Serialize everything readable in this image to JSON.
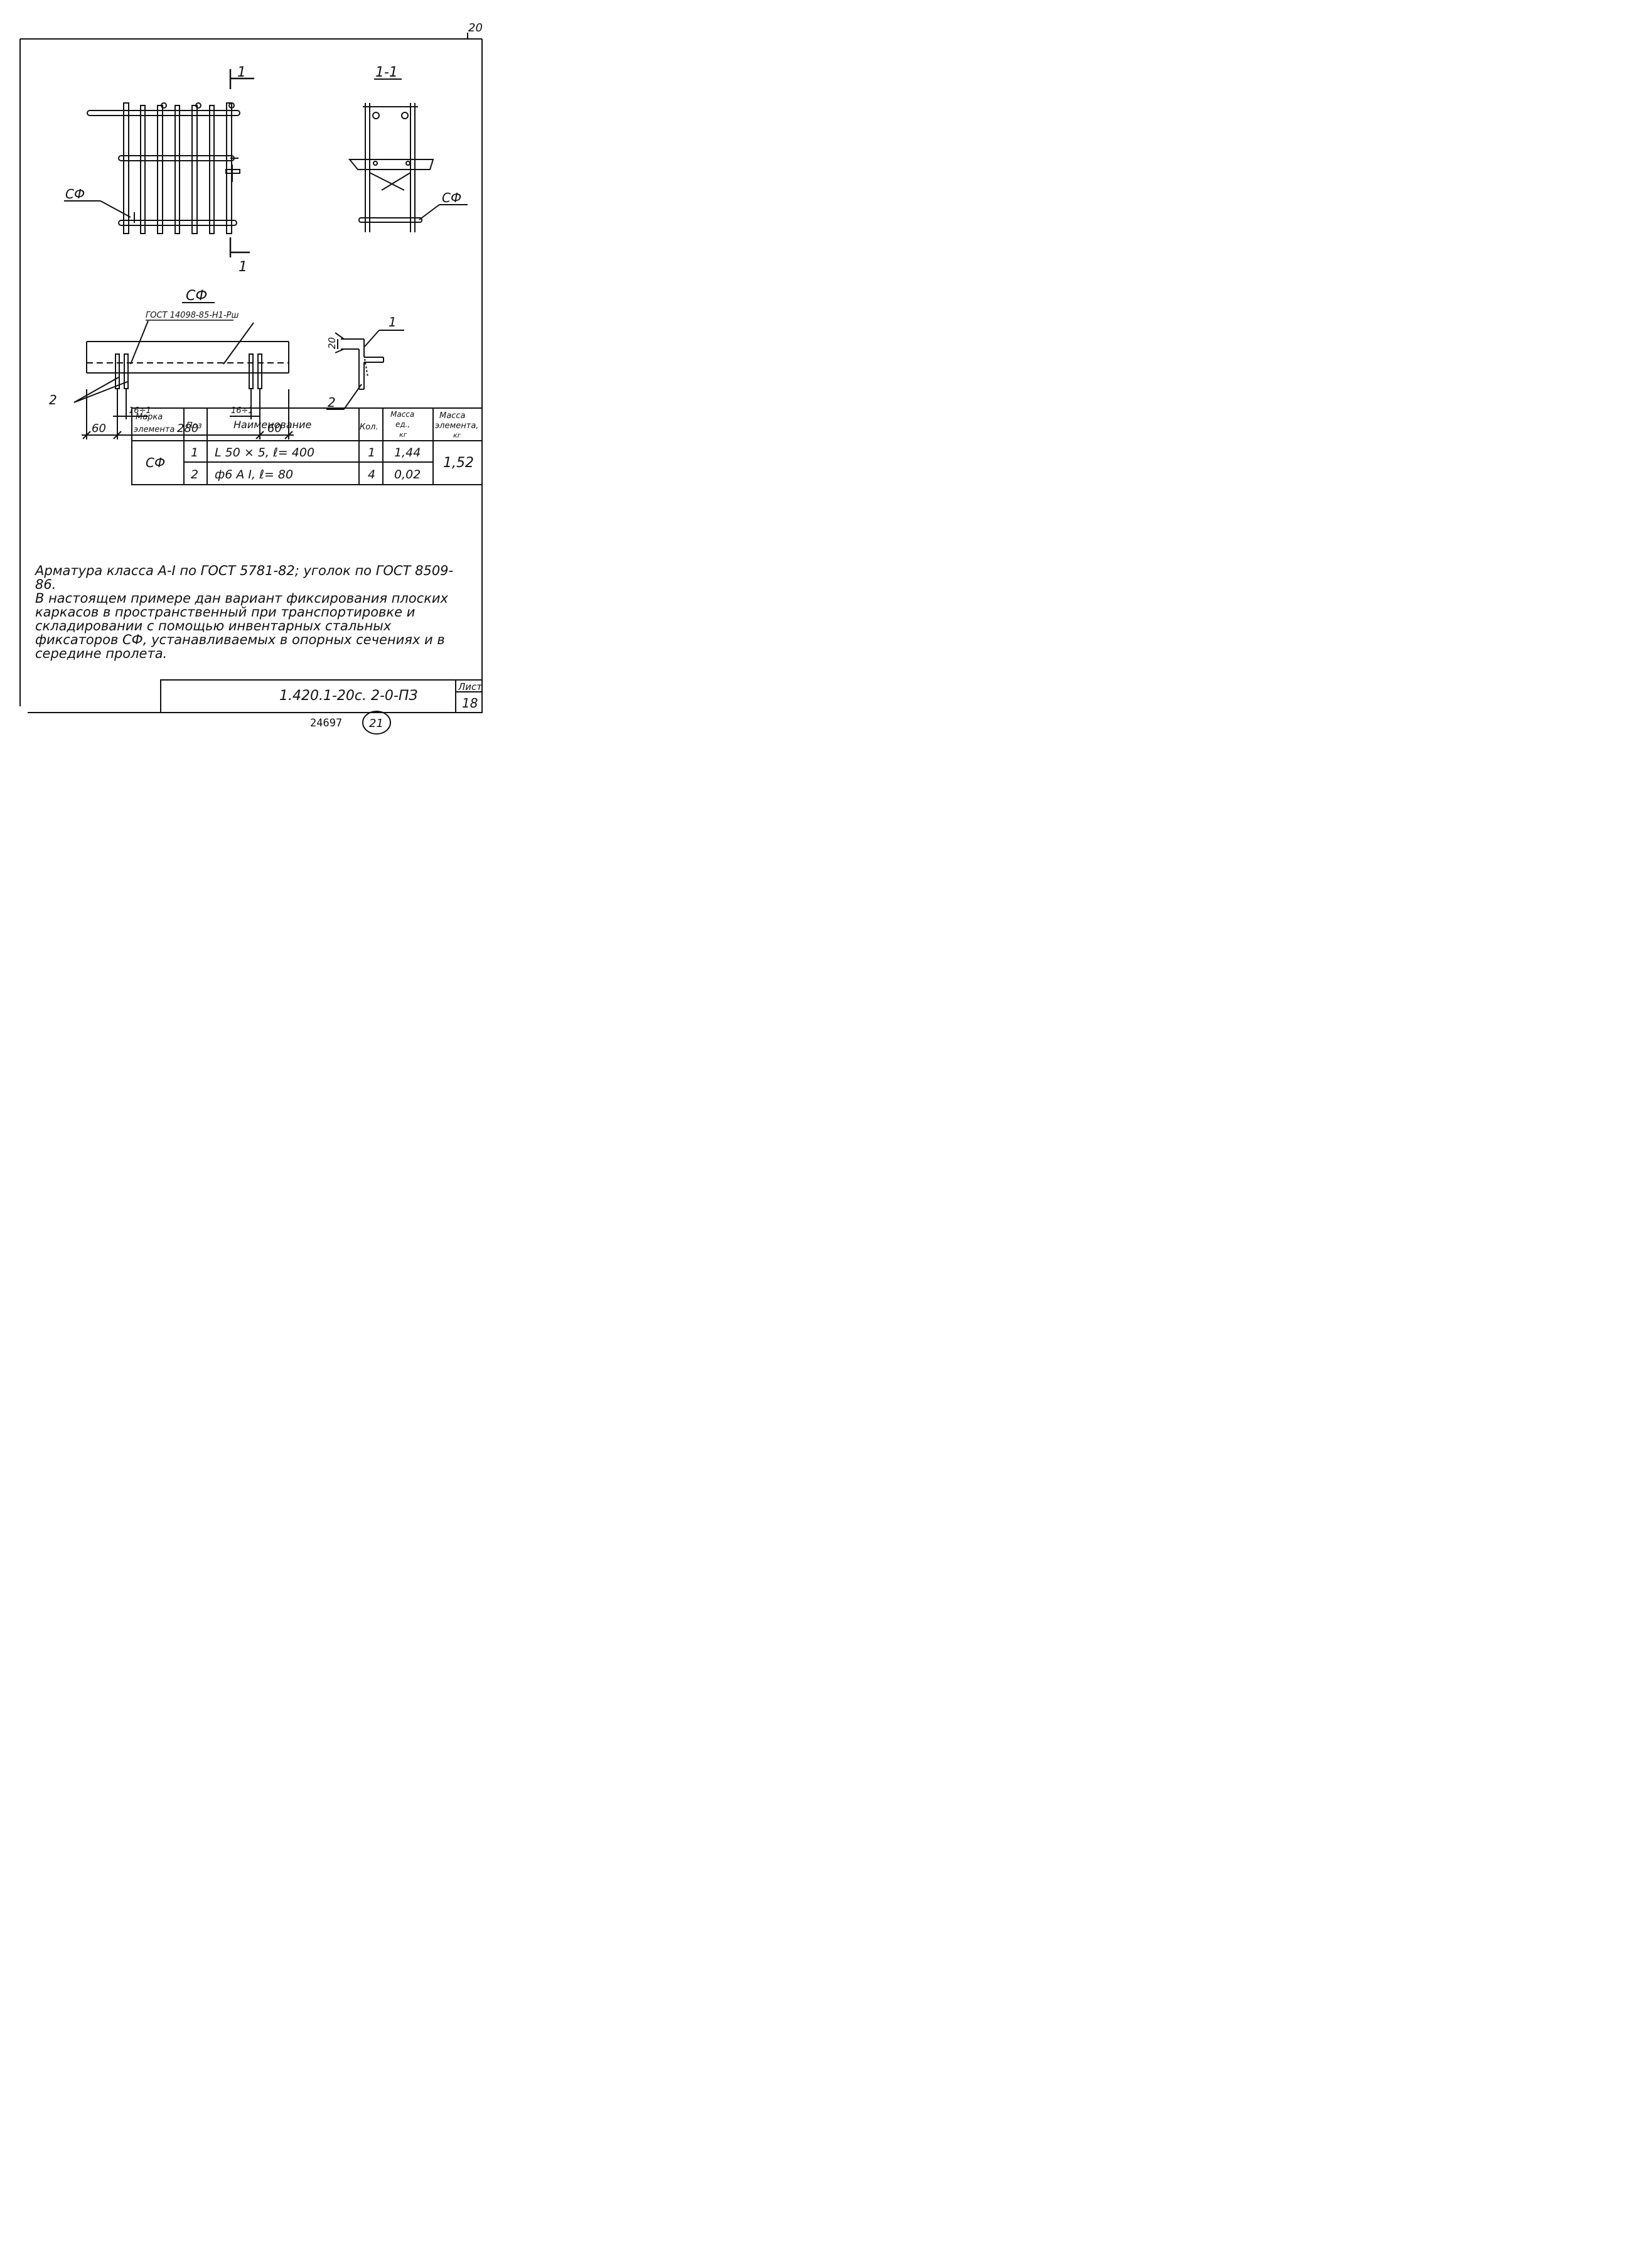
{
  "sheet_corner_label": "20",
  "views": {
    "section_mark_top": "1",
    "section_mark_bottom": "1",
    "section_title": "1-1",
    "label_sf_main": "СФ",
    "label_sf_section": "СФ",
    "detail_title": "СФ",
    "weld_note": "ГОСТ 14098-85-Н1-Рш",
    "callout_1": "1",
    "callout_2_detail": "2",
    "callout_2_side": "2",
    "dim_height": "20",
    "dim_left": "60",
    "dim_mid": "280",
    "dim_right": "60",
    "dim_pitch_left": "16÷1",
    "dim_pitch_right": "16÷1"
  },
  "spec_table": {
    "headers": [
      "Марка элемента",
      "Поз",
      "Наименование",
      "Кол.",
      "Масса ед., кг",
      "Масса элемента, кг"
    ],
    "mark": "СФ",
    "rows": [
      {
        "pos": "1",
        "name": "L 50 × 5,  ℓ= 400",
        "qty": "1",
        "unit_mass": "1,44"
      },
      {
        "pos": "2",
        "name": "ф6 А I,  ℓ= 80",
        "qty": "4",
        "unit_mass": "0,02"
      }
    ],
    "element_mass": "1,52"
  },
  "notes": [
    "Арматура класса А-I по ГОСТ 5781-82; уголок по ГОСТ 8509-86.",
    "В настоящем примере дан вариант фиксирования плоских каркасов в пространственный при транспортировке и складировании с помощью инвентарных стальных фиксаторов СФ, устанавливаемых в опорных сечениях и в середине пролета."
  ],
  "title_block": {
    "code": "1.420.1-20с. 2-0-ПЗ",
    "sheet_label": "Лист",
    "sheet_number": "18"
  },
  "footer": {
    "inventory_number": "24697",
    "page_number": "21"
  }
}
